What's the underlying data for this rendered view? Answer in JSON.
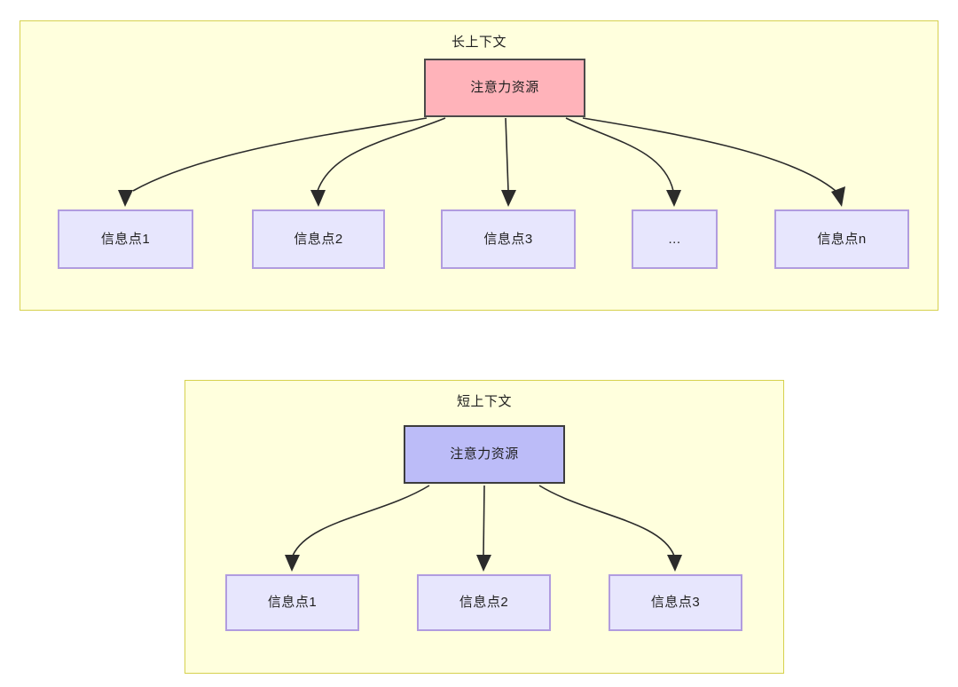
{
  "diagram": {
    "title_semantic": "attention-resource-allocation-long-vs-short-context",
    "panels": [
      {
        "id": "long-context",
        "title": "长上下文",
        "root": {
          "label": "注意力资源",
          "fill": "#ffb3ba",
          "stroke": "#4c4a4a"
        },
        "children": [
          {
            "label": "信息点1"
          },
          {
            "label": "信息点2"
          },
          {
            "label": "信息点3"
          },
          {
            "label": "..."
          },
          {
            "label": "信息点n"
          }
        ],
        "panel_fill": "#ffffdd",
        "panel_stroke": "#d6d14e",
        "child_fill": "#e7e6fd",
        "child_stroke": "#b19cdf"
      },
      {
        "id": "short-context",
        "title": "短上下文",
        "root": {
          "label": "注意力资源",
          "fill": "#bcbcf8",
          "stroke": "#3c3c3c"
        },
        "children": [
          {
            "label": "信息点1"
          },
          {
            "label": "信息点2"
          },
          {
            "label": "信息点3"
          }
        ],
        "panel_fill": "#ffffdd",
        "panel_stroke": "#d6d14e",
        "child_fill": "#e7e6fd",
        "child_stroke": "#b19cdf"
      }
    ],
    "edge_color": "#2b2b2b",
    "background": "#ffffff"
  }
}
